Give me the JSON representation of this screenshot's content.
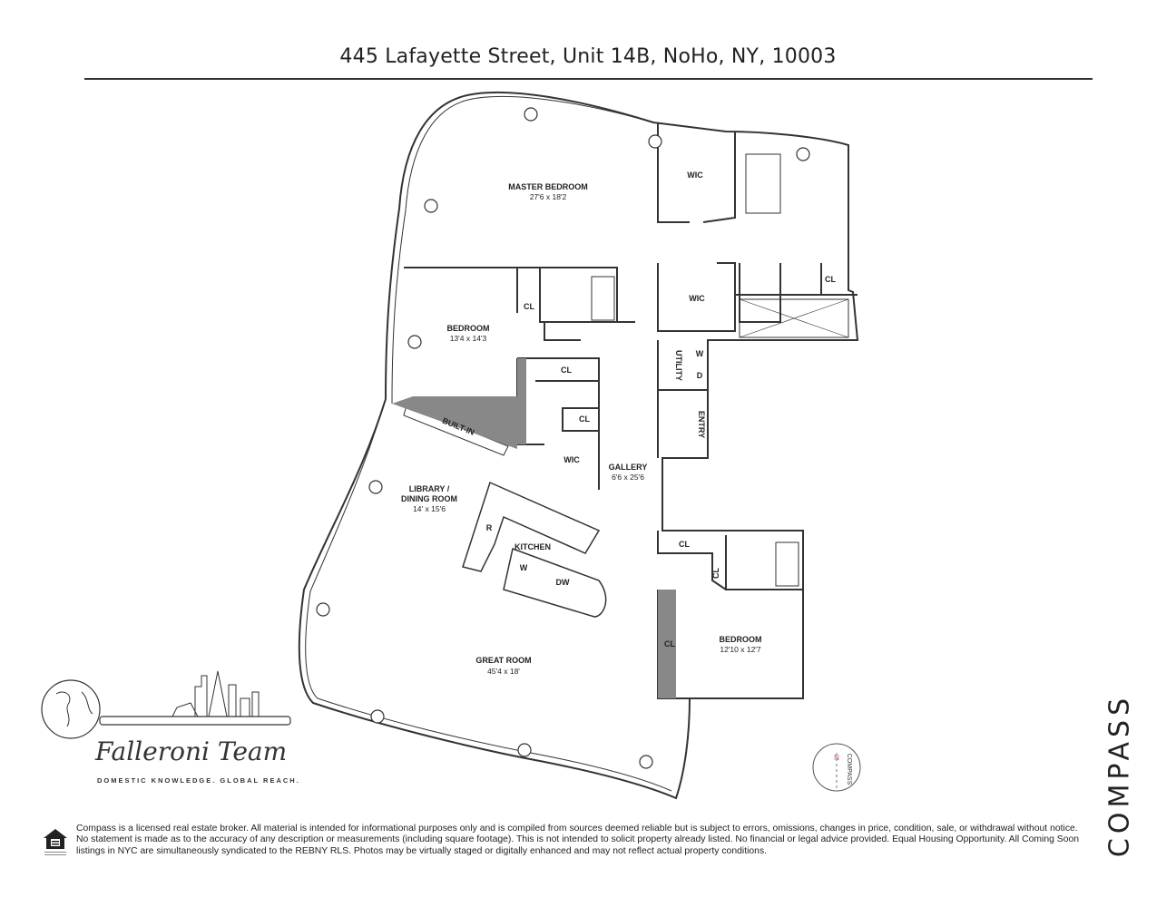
{
  "header": {
    "title": "445 Lafayette Street, Unit 14B, NoHo, NY, 10003"
  },
  "rooms": {
    "master_bedroom": {
      "name": "MASTER BEDROOM",
      "dims": "27'6 x 18'2"
    },
    "bedroom_1": {
      "name": "BEDROOM",
      "dims": "13'4 x 14'3"
    },
    "library": {
      "name": "LIBRARY /",
      "name2": "DINING ROOM",
      "dims": "14' x 15'6"
    },
    "gallery": {
      "name": "GALLERY",
      "dims": "6'6 x 25'6"
    },
    "kitchen": {
      "name": "KITCHEN"
    },
    "great_room": {
      "name": "GREAT ROOM",
      "dims": "45'4 x 18'"
    },
    "bedroom_2": {
      "name": "BEDROOM",
      "dims": "12'10 x 12'7"
    }
  },
  "fixtures": {
    "wic": "WIC",
    "cl": "CL",
    "utility": "UTILITY",
    "entry": "ENTRY",
    "built_in": "BUILT-IN",
    "w": "W",
    "d": "D",
    "r": "R",
    "dw": "DW"
  },
  "compass_rose": {
    "north": "N",
    "label": "COMPASS"
  },
  "logo": {
    "name": "Falleroni Team",
    "tagline": "DOMESTIC KNOWLEDGE. GLOBAL REACH."
  },
  "footer": {
    "disclaimer": "Compass is a licensed real estate broker. All material is intended for informational purposes only and is compiled from sources deemed reliable but is subject to errors, omissions, changes in price, condition, sale, or withdrawal without notice. No statement is made as to the accuracy of any description or measurements (including square footage). This is not intended to solicit property already listed. No financial or legal advice provided. Equal Housing Opportunity. All Coming Soon listings in NYC are simultaneously syndicated to the REBNY RLS. Photos may be virtually staged or digitally enhanced and may not reflect actual property conditions.",
    "brand": "COMPASS"
  }
}
